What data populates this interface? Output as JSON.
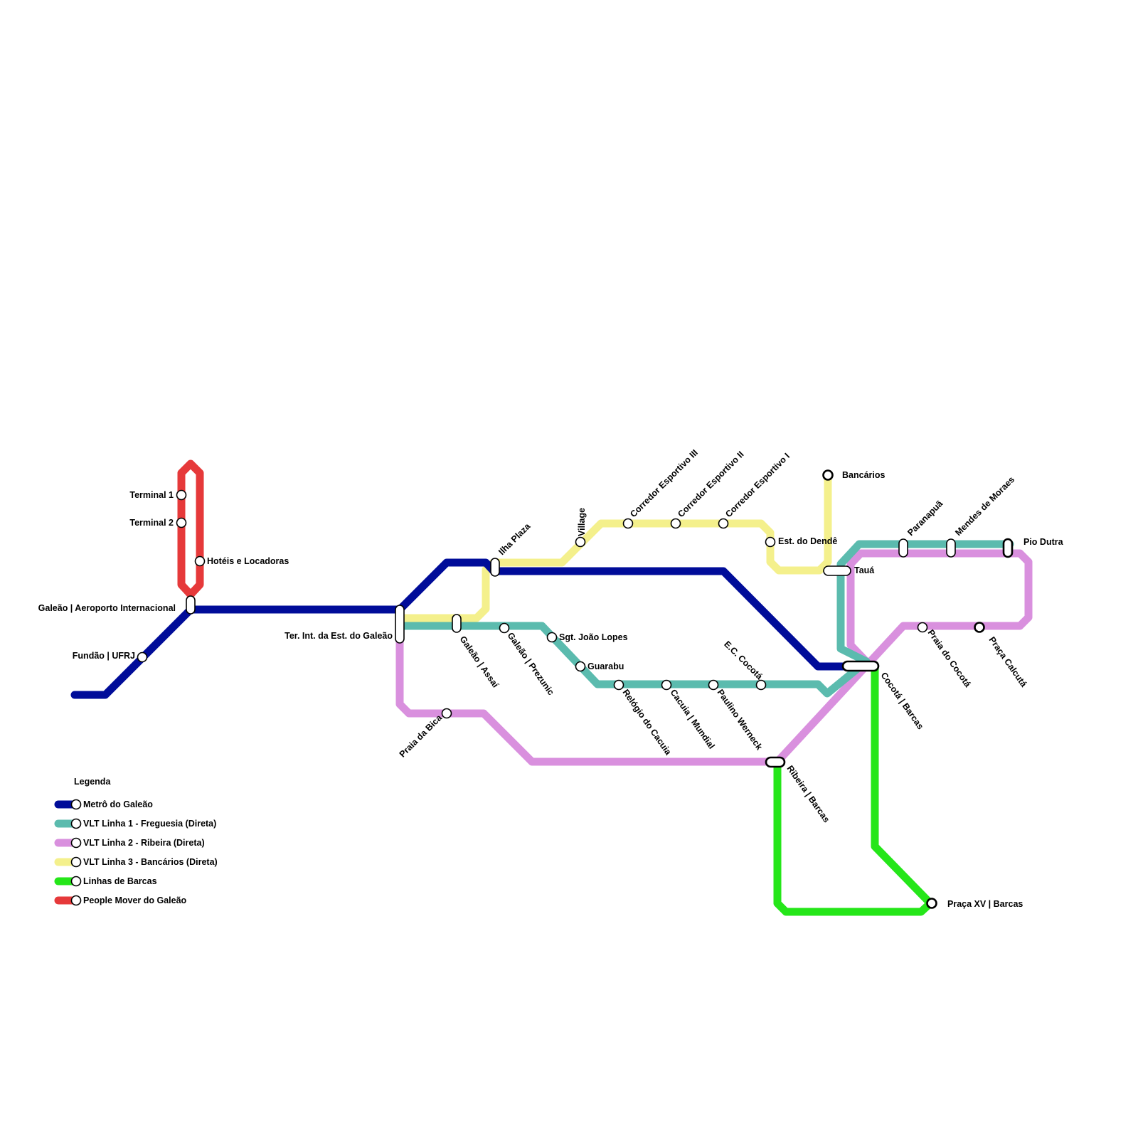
{
  "lines": {
    "metro": {
      "name": "Metrô do Galeão",
      "color": "#000c99"
    },
    "vlt1": {
      "name": "VLT Linha 1 - Freguesia (Direta)",
      "color": "#5bbbae"
    },
    "vlt2": {
      "name": "VLT Linha 2 - Ribeira (Direta)",
      "color": "#d990de"
    },
    "vlt3": {
      "name": "VLT Linha 3 - Bancários (Direta)",
      "color": "#f4f08c"
    },
    "barcas": {
      "name": "Linhas de Barcas",
      "color": "#25e619"
    },
    "people": {
      "name": "People Mover do Galeão",
      "color": "#e6393a"
    }
  },
  "legend": {
    "title": "Legenda",
    "items": [
      {
        "key": "metro",
        "label": "Metrô do Galeão"
      },
      {
        "key": "vlt1",
        "label": "VLT Linha 1 - Freguesia (Direta)"
      },
      {
        "key": "vlt2",
        "label": "VLT Linha 2 - Ribeira (Direta)"
      },
      {
        "key": "vlt3",
        "label": "VLT Linha 3 - Bancários (Direta)"
      },
      {
        "key": "barcas",
        "label": "Linhas de Barcas"
      },
      {
        "key": "people",
        "label": "People Mover do Galeão"
      }
    ]
  },
  "stations": {
    "terminal1": "Terminal 1",
    "terminal2": "Terminal 2",
    "hoteis": "Hotéis e Locadoras",
    "galeao_aeroporto": "Galeão | Aeroporto Internacional",
    "fundao": "Fundão | UFRJ",
    "ter_int": "Ter. Int. da Est. do Galeão",
    "galeao_assai": "Galeão | Assaí",
    "galeao_prezunic": "Galeão | Prezunic",
    "sgt_joao_lopes": "Sgt. João Lopes",
    "guarabu": "Guarabu",
    "relogio": "Relógio do Cacuia",
    "cacuia": "Cacuia | Mundial",
    "paulino": "Paulino Werneck",
    "ec_cocota": "E.C. Cocotá",
    "ilha_plaza": "Ilha Plaza",
    "village": "Village",
    "corredor3": "Corredor Esportivo III",
    "corredor2": "Corredor Esportivo II",
    "corredor1": "Corredor Esportivo I",
    "est_dende": "Est. do Dendê",
    "bancarios": "Bancários",
    "taua": "Tauá",
    "paranapua": "Paranapuã",
    "mendes": "Mendes de Moraes",
    "pio_dutra": "Pio Dutra",
    "praia_cocota": "Praia do Cocotá",
    "praca_calcuta": "Praça Calcutá",
    "cocota_barcas": "Cocotá | Barcas",
    "ribeira_barcas": "Ribeira | Barcas",
    "praca_xv": "Praça XV | Barcas",
    "praia_bica": "Praia da Bica"
  }
}
